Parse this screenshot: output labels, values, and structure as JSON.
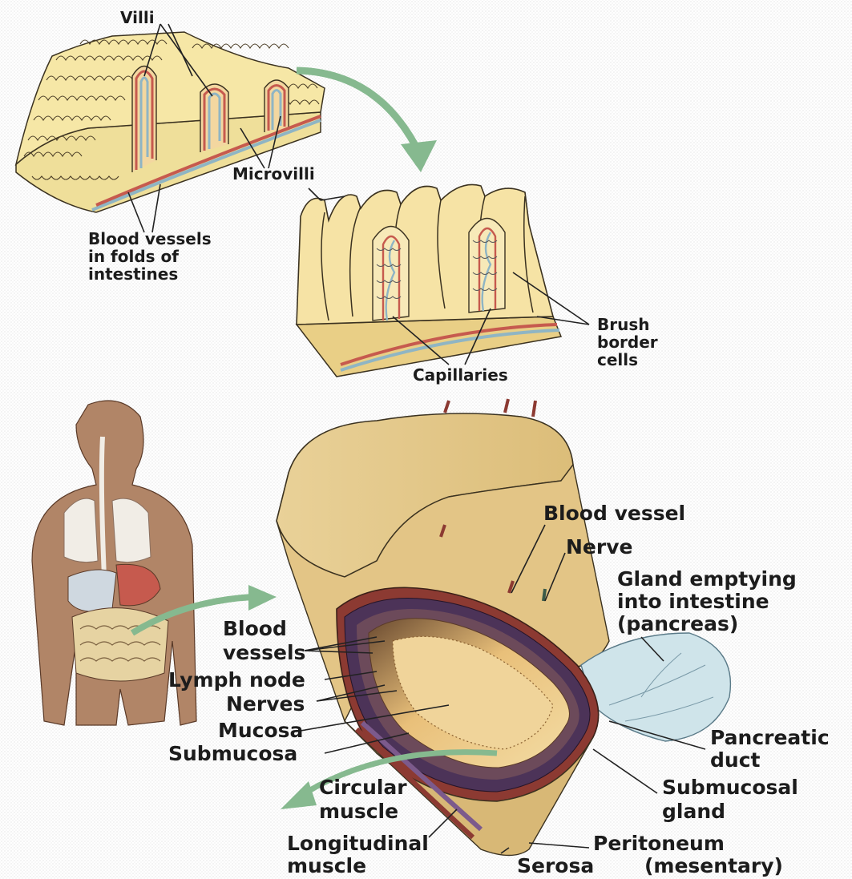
{
  "upper_panel": {
    "villi": "Villi",
    "microvilli": "Microvilli",
    "blood_vessels_folds": [
      "Blood vessels",
      "in folds of",
      "intestines"
    ],
    "brush_border_cells": [
      "Brush",
      "border",
      "cells"
    ],
    "capillaries": "Capillaries"
  },
  "lower_panel": {
    "blood_vessel": "Blood vessel",
    "nerve": "Nerve",
    "gland_emptying": [
      "Gland emptying",
      "into intestine",
      "(pancreas)"
    ],
    "blood_vessels": [
      "Blood",
      "vessels"
    ],
    "lymph_node": "Lymph node",
    "nerves": "Nerves",
    "mucosa": "Mucosa",
    "submucosa": "Submucosa",
    "pancreatic_duct": [
      "Pancreatic",
      "duct"
    ],
    "circular_muscle": [
      "Circular",
      "muscle"
    ],
    "submucosal_gland": [
      "Submucosal",
      "gland"
    ],
    "longitudinal_muscle": [
      "Longitudinal",
      "muscle"
    ],
    "peritoneum": [
      "Peritoneum",
      "(mesentary)"
    ],
    "serosa": "Serosa"
  },
  "colors": {
    "tissue": "#f6e7a6",
    "artery": "#c65a4e",
    "vein": "#8fb5c4",
    "arrow": "#86b98f",
    "pancreas": "#cfe4ea",
    "skin": "#b18567",
    "gut_outer": "#e7cd8e"
  }
}
